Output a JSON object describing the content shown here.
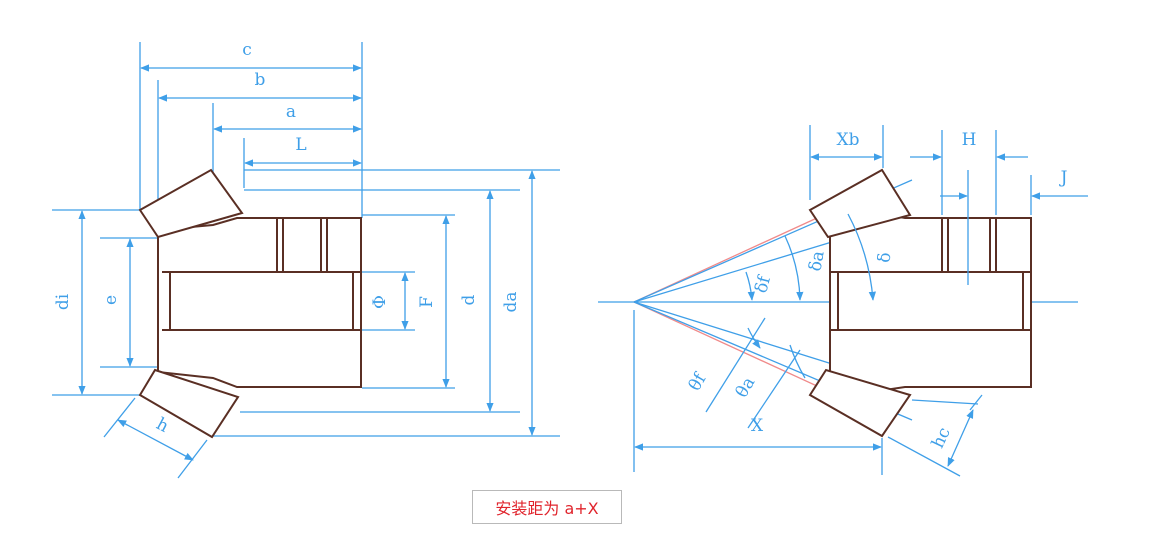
{
  "left_view": {
    "labels": {
      "c": "c",
      "b": "b",
      "a": "a",
      "L": "L",
      "di": "di",
      "e": "e",
      "phi": "Φ",
      "F": "F",
      "d": "d",
      "da": "da",
      "h": "h"
    }
  },
  "right_view": {
    "labels": {
      "Xb": "Xb",
      "H": "H",
      "J": "J",
      "delta_f": "δf",
      "delta_a": "δa",
      "delta": "δ",
      "theta_f": "θf",
      "theta_a": "θa",
      "X": "X",
      "hc": "hc"
    }
  },
  "note": {
    "text": "安装距为 a+X",
    "color": "#e0242c"
  },
  "colors": {
    "dimension_line": "#3f9fe8",
    "part_outline": "#5a2f24",
    "cone_line": "#f08a8a"
  }
}
